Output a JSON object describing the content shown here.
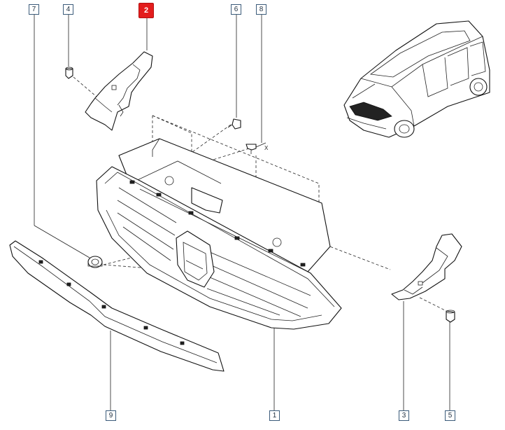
{
  "diagram": {
    "callouts": [
      {
        "id": "c7",
        "label": "7",
        "active": false
      },
      {
        "id": "c4",
        "label": "4",
        "active": false
      },
      {
        "id": "c2",
        "label": "2",
        "active": true
      },
      {
        "id": "c6",
        "label": "6",
        "active": false
      },
      {
        "id": "c8",
        "label": "8",
        "active": false
      },
      {
        "id": "c9",
        "label": "9",
        "active": false
      },
      {
        "id": "c1",
        "label": "1",
        "active": false
      },
      {
        "id": "c3",
        "label": "3",
        "active": false
      },
      {
        "id": "c5",
        "label": "5",
        "active": false
      }
    ],
    "highlight_color": "#e31d1d",
    "screw_axis_label": "X"
  }
}
